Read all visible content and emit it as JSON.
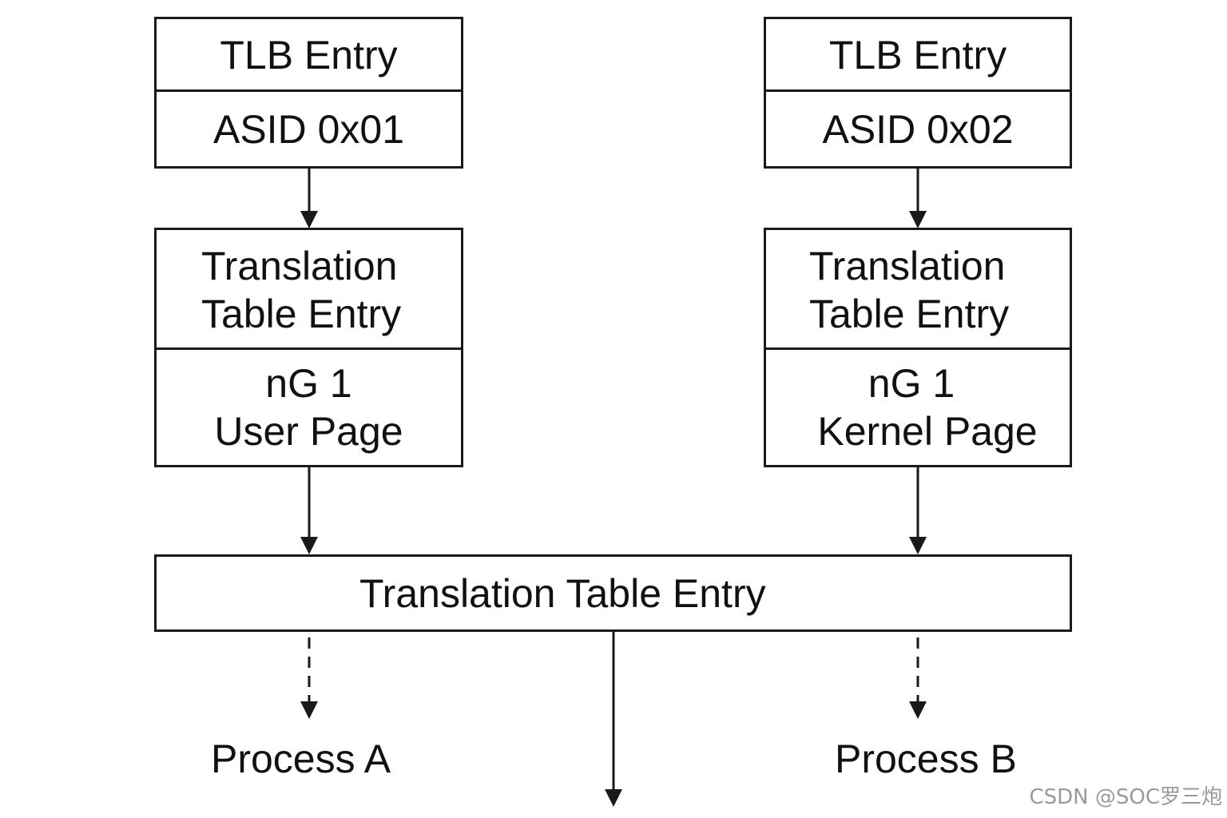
{
  "left_column": {
    "tlb_entry": {
      "title": "TLB Entry",
      "asid": "ASID 0x01"
    },
    "translation_entry": {
      "title_line1": "Translation",
      "title_line2": "Table Entry",
      "ng_value": "nG 1",
      "page_type": "User Page"
    },
    "process_label": "Process A"
  },
  "right_column": {
    "tlb_entry": {
      "title": "TLB Entry",
      "asid": "ASID 0x02"
    },
    "translation_entry": {
      "title_line1": "Translation",
      "title_line2": "Table Entry",
      "ng_value": "nG 1",
      "page_type": "Kernel Page"
    },
    "process_label": "Process B"
  },
  "shared_entry": {
    "title": "Translation Table Entry"
  },
  "watermark": "CSDN @SOC罗三炮",
  "colors": {
    "stroke": "#1a1a1a",
    "watermark": "#9a9a9a"
  }
}
